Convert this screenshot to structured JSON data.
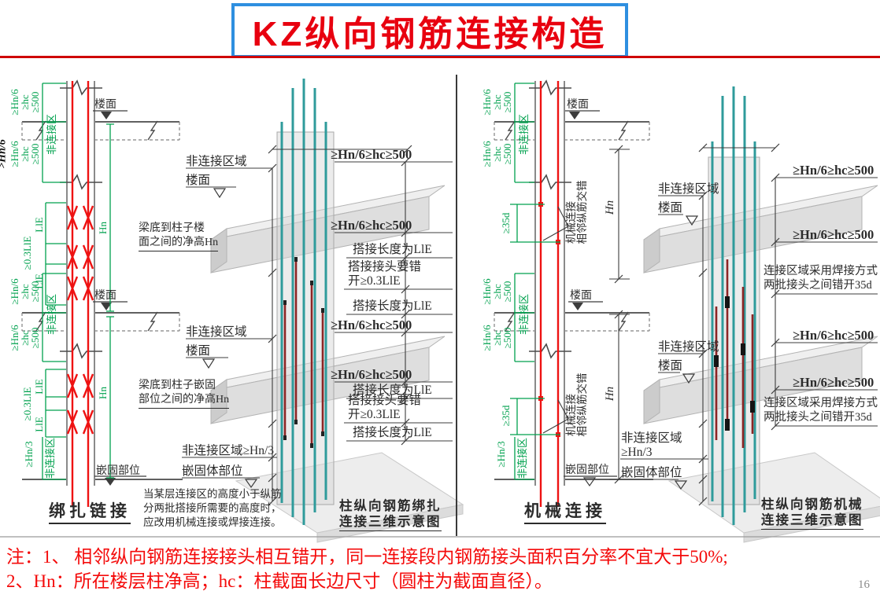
{
  "header": {
    "title": "KZ纵向钢筋连接构造"
  },
  "labels": {
    "hn6": "≥Hn/6",
    "hc": "≥hc",
    "n500": "≥500",
    "gt_hn6": ">Hn/6",
    "hn3": "≥Hn/3",
    "hn": "Hn",
    "d35": "≥35d",
    "lle": "LlE",
    "lle03": "≥0.3LlE",
    "combo": "≥Hn/6≥hc≥500",
    "non_connect": "非连接区",
    "non_connect_area": "非连接区域",
    "non_connect_area_hn3": "非连接区域≥Hn/3",
    "floor": "楼面",
    "embed": "嵌固部位",
    "embed_body": "嵌固体部位",
    "lap_len": "搭接长度为LlE",
    "lap_stagger_1": "搭接接头要错",
    "lap_stagger_2": "开≥0.3LlE",
    "mech_cross_1": "相邻纵筋交错",
    "mech_cross_2": "机械连接",
    "weld_1": "连接区域采用焊接方式",
    "weld_2": "两批接头之间错开35d"
  },
  "left_view": {
    "caption": "绑扎链接",
    "beam_note_floor": [
      "梁底到柱子楼",
      "面之间的净高Hn"
    ],
    "beam_note_embed": [
      "梁底到柱子嵌固",
      "部位之间的净高Hn"
    ],
    "warning": [
      "当某层连接区的高度小于纵筋",
      "分两批搭接所需要的高度时，",
      "应改用机械连接或焊接连接。"
    ],
    "caption_3d": [
      "柱纵向钢筋绑扎",
      "连接三维示意图"
    ]
  },
  "right_view": {
    "caption": "机械连接",
    "caption_3d": [
      "柱纵向钢筋机械",
      "连接三维示意图"
    ]
  },
  "footer": {
    "note_1": "注：1、 相邻纵向钢筋连接接头相互错开，同一连接段内钢筋接头面积百分率不宜大于50%;",
    "note_2": "2、Hn：所在楼层柱净高；hc：柱截面长边尺寸（圆柱为截面直径）。",
    "page": "16"
  },
  "colors": {
    "title_red": "#e8000f",
    "box_blue": "#2e8fe0",
    "rule_red": "#cf0000",
    "dim_green": "#00a14e",
    "rebar_red": "#ee1212",
    "rebar_teal": "#2f9b9b",
    "lap_maroon": "#8c2525",
    "note_red": "#f40b0b"
  }
}
